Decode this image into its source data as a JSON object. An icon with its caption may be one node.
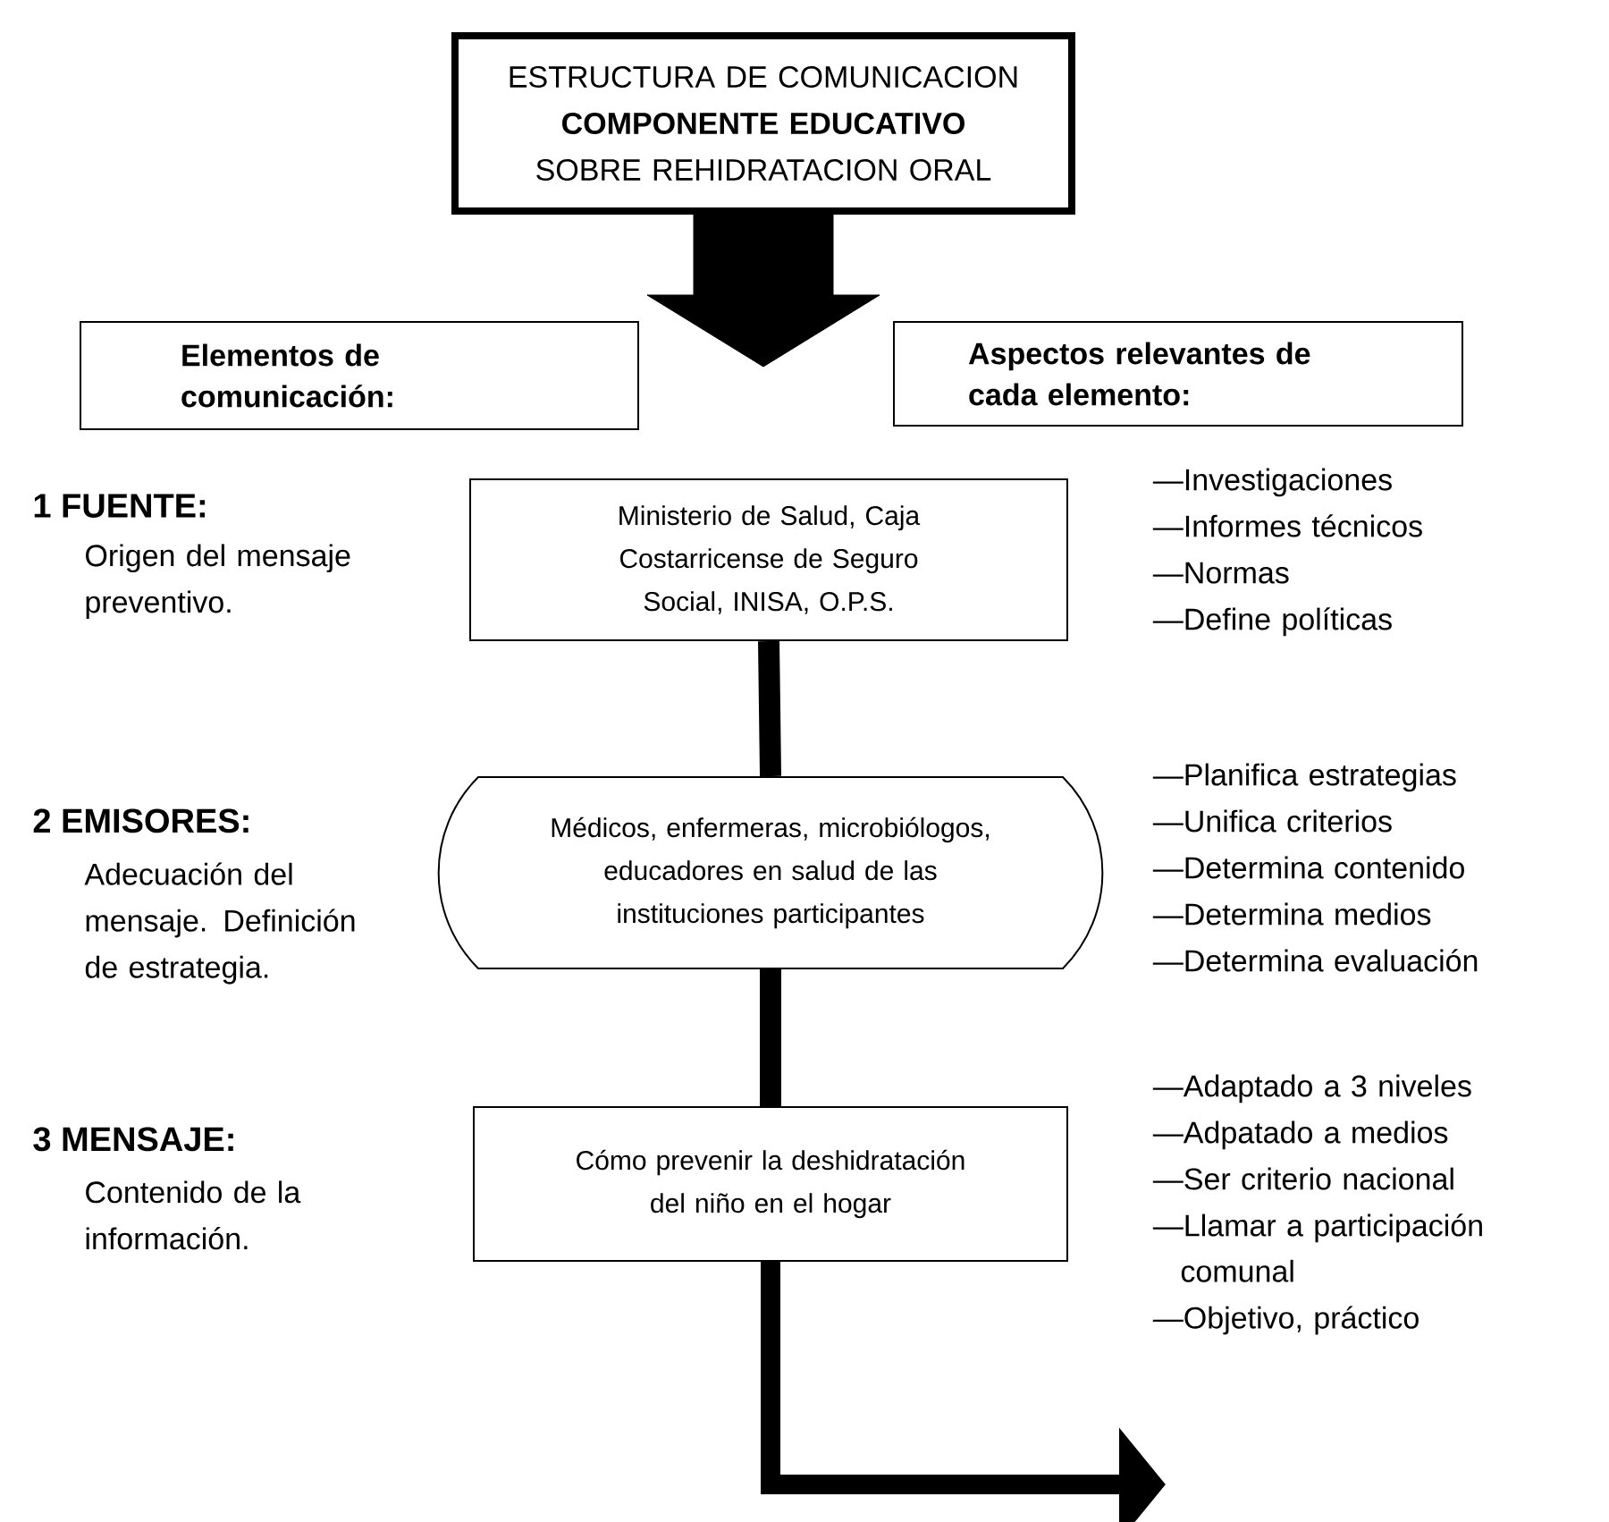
{
  "diagram": {
    "nodes": [
      {
        "text": [
          "ESTRUCTURA DE COMUNICACION",
          "COMPONENTE EDUCATIVO",
          "SOBRE REHIDRATACION ORAL"
        ]
      },
      {
        "text": [
          "Elementos de comunicación:"
        ]
      },
      {
        "text": [
          "Aspectos relevantes de cada elemento:"
        ]
      },
      {
        "text": [
          "Ministerio de Salud, Caja Costarricense de Seguro Social, INISA, O.P.S."
        ]
      },
      {
        "text": [
          "Médicos, enfermeras, microbiólogos, educadores en salud de las instituciones participantes"
        ]
      },
      {
        "text": [
          "Cómo prevenir la deshidratación del niño en el hogar"
        ]
      }
    ],
    "edges": [
      {
        "from": 0,
        "to": null,
        "arrow": "to",
        "style": "thick"
      },
      {
        "from": 3,
        "to": 4,
        "arrow": "none"
      },
      {
        "from": 4,
        "to": 5,
        "arrow": "none"
      },
      {
        "from": 5,
        "to": null,
        "arrow": "to"
      }
    ],
    "labels": [
      "1 FUENTE:",
      "Origen del mensaje preventivo.",
      "—Investigaciones",
      "—Informes técnicos",
      "—Normas",
      "—Define políticas",
      "2 EMISORES:",
      "Adecuación del mensaje. Definición de estrategia.",
      "—Planifica estrategias",
      "—Unifica criterios",
      "—Determina contenido",
      "—Determina medios",
      "—Determina evaluación",
      "3 MENSAJE:",
      "Contenido de la información.",
      "—Adaptado a 3 niveles",
      "—Adpatado a medios",
      "—Ser criterio nacional",
      "—Llamar a participación comunal",
      "—Objetivo, práctico"
    ]
  }
}
